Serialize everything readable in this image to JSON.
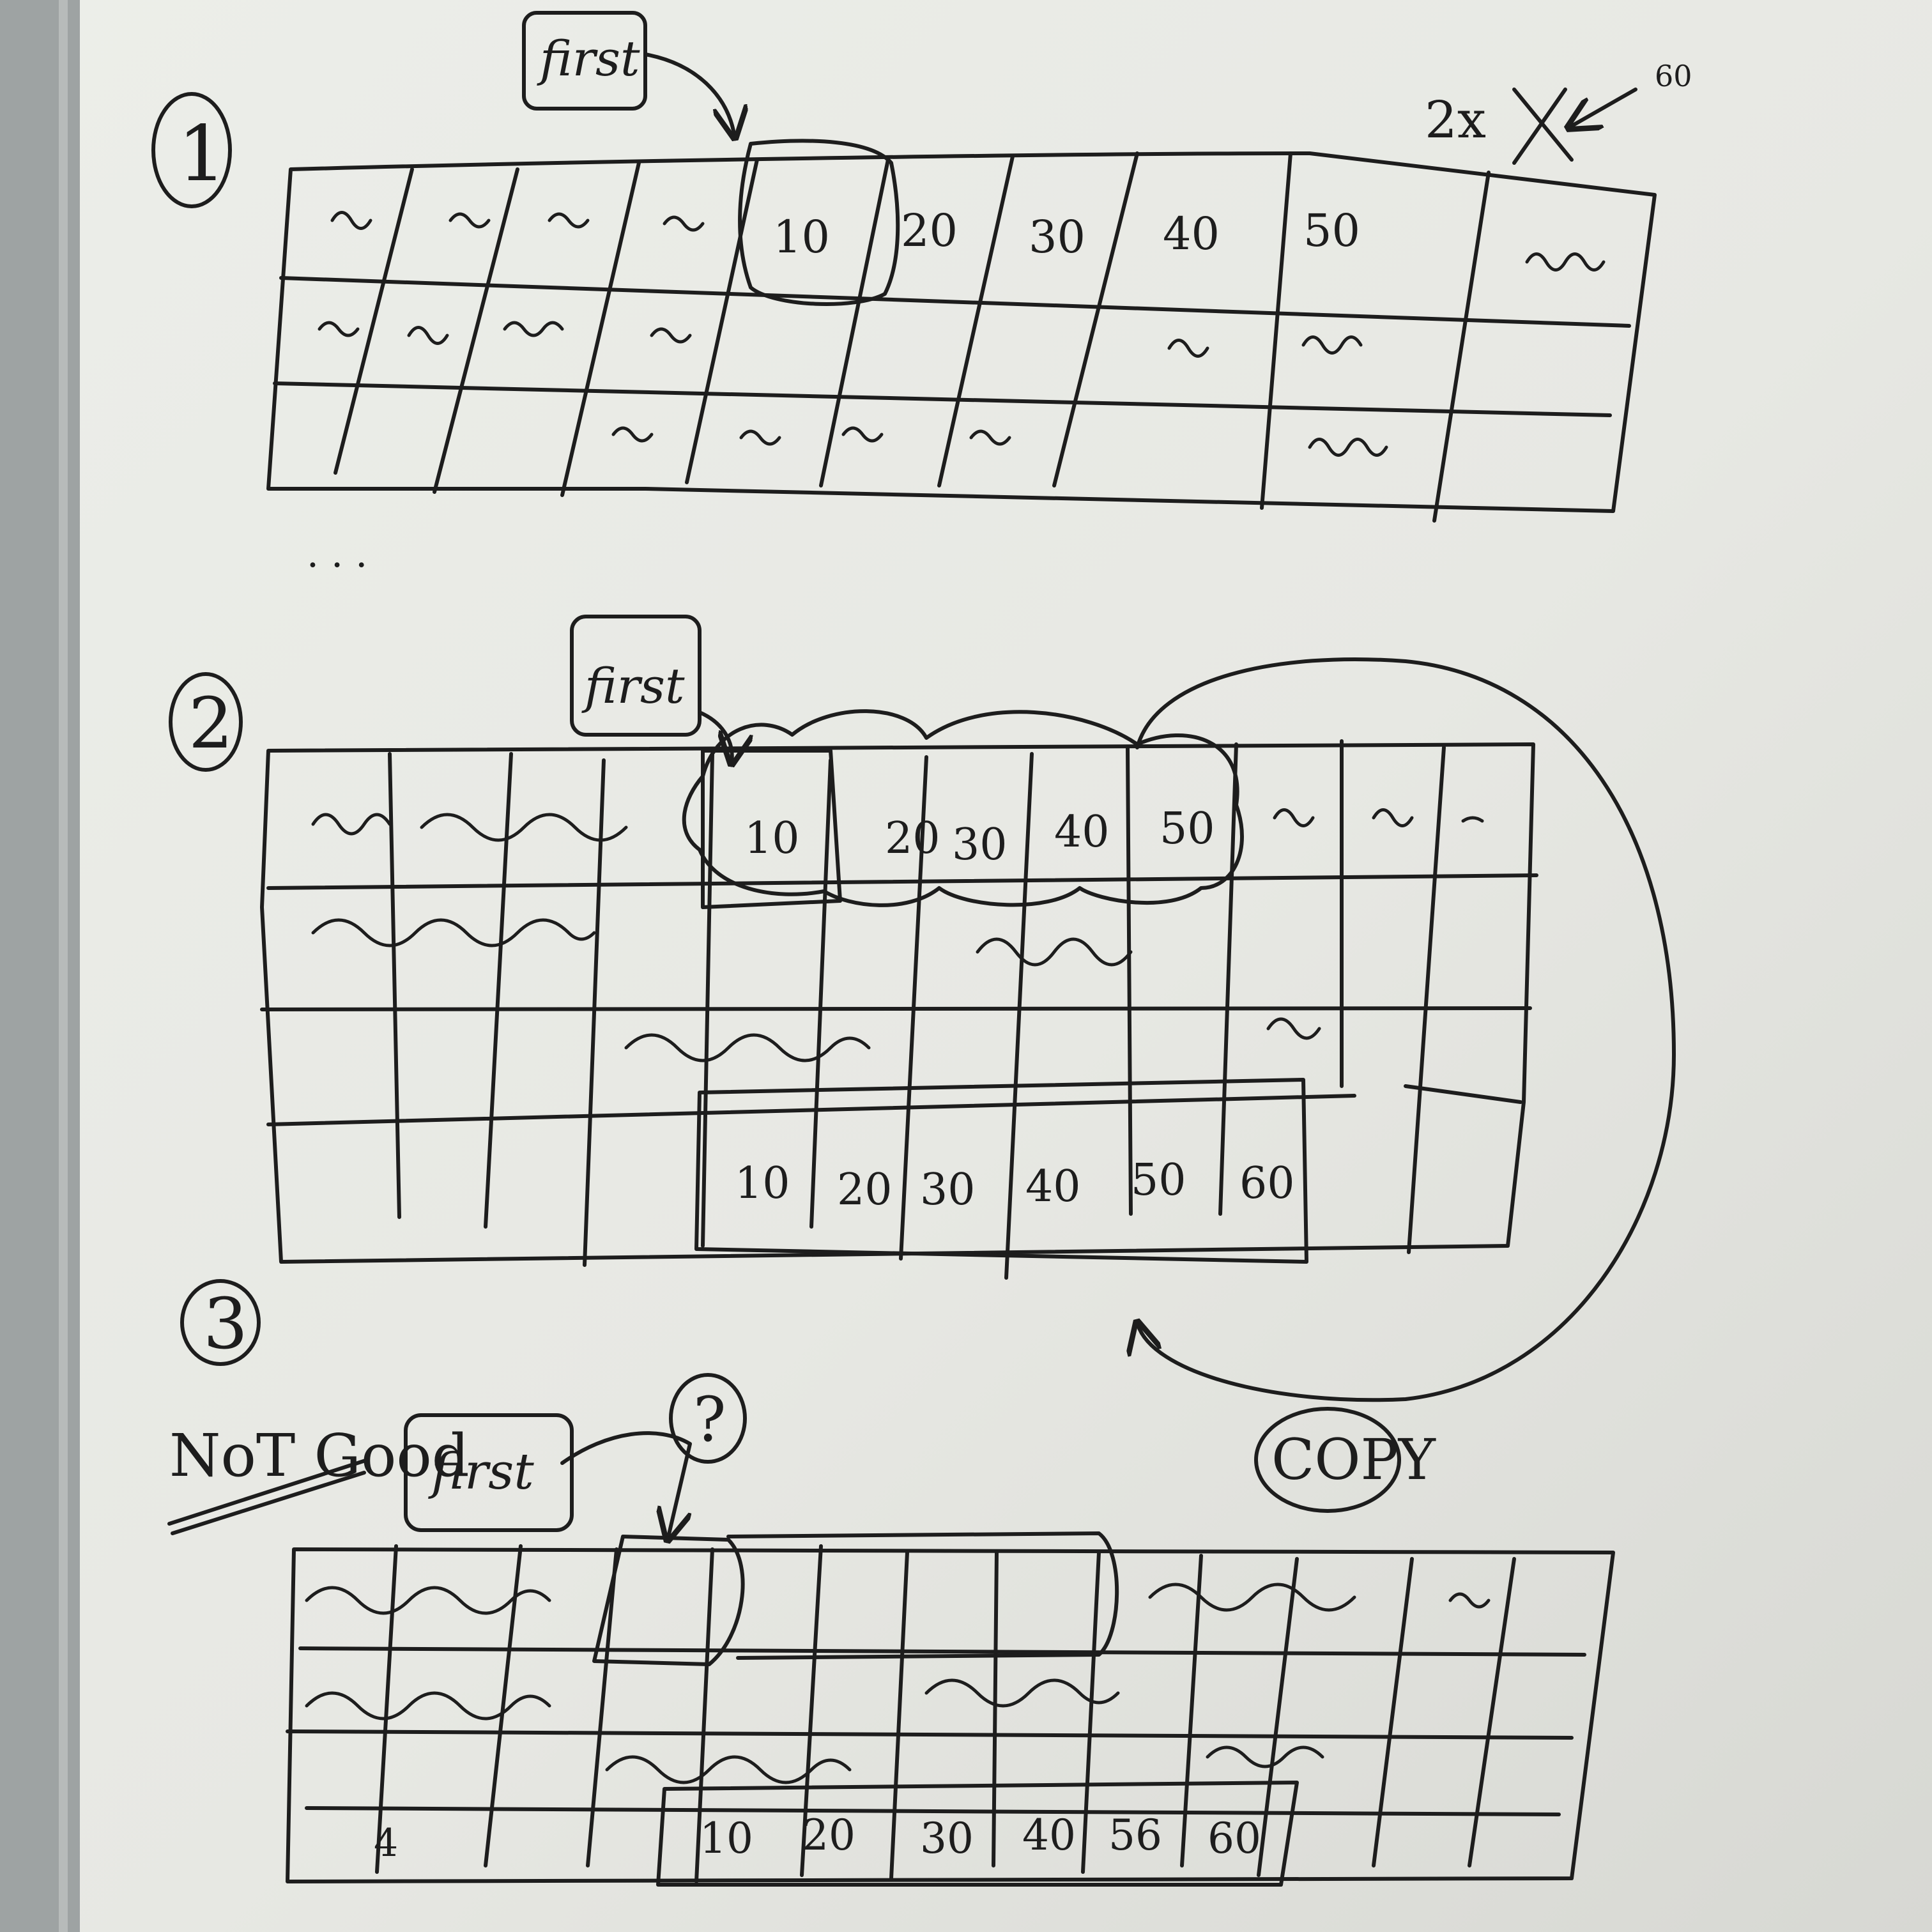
{
  "colors": {
    "ink": "#1d1d1d",
    "paper": "#e9eae6",
    "desk": "#8f9394"
  },
  "section_numbers": [
    "1",
    "2",
    "3"
  ],
  "pointer_label": "first",
  "question_mark": "?",
  "not_good_label": "NoT Good",
  "copy_label": "COPY",
  "corner_note": {
    "left": "2x",
    "right": "60"
  },
  "grid1_values": [
    "10",
    "20",
    "30",
    "40",
    "50"
  ],
  "ellipsis": "· · ·",
  "grid2_top_values": [
    "10",
    "20",
    "30",
    "40",
    "50"
  ],
  "grid2_copy_values": [
    "10",
    "20",
    "30",
    "40",
    "50",
    "60"
  ],
  "grid3_copy_values": [
    "10",
    "20",
    "30",
    "40",
    "56",
    "60"
  ],
  "grid3_stray_mark": "4",
  "squiggle_mark": "~"
}
